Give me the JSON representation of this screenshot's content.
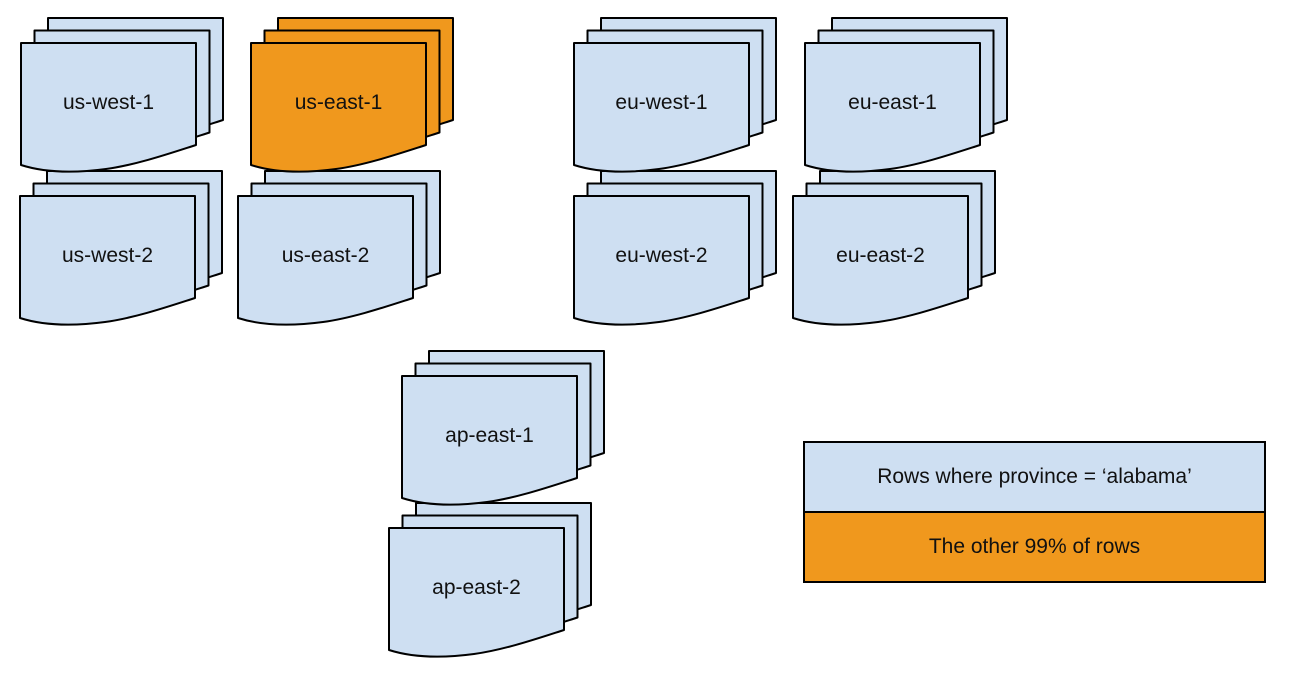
{
  "palette": {
    "doc_blue": "#cedff2",
    "doc_orange": "#f0981d",
    "stroke": "#000000",
    "background": "#ffffff"
  },
  "stacks": [
    {
      "label": "us-west-1",
      "variant": "blue"
    },
    {
      "label": "us-east-1",
      "variant": "orange"
    },
    {
      "label": "eu-west-1",
      "variant": "blue"
    },
    {
      "label": "eu-east-1",
      "variant": "blue"
    },
    {
      "label": "us-west-2",
      "variant": "blue"
    },
    {
      "label": "us-east-2",
      "variant": "blue"
    },
    {
      "label": "eu-west-2",
      "variant": "blue"
    },
    {
      "label": "eu-east-2",
      "variant": "blue"
    },
    {
      "label": "ap-east-1",
      "variant": "blue"
    },
    {
      "label": "ap-east-2",
      "variant": "blue"
    }
  ],
  "legend": {
    "items": [
      {
        "label": "Rows where province = ‘alabama’",
        "variant": "blue"
      },
      {
        "label": "The other 99% of rows",
        "variant": "orange"
      }
    ]
  }
}
